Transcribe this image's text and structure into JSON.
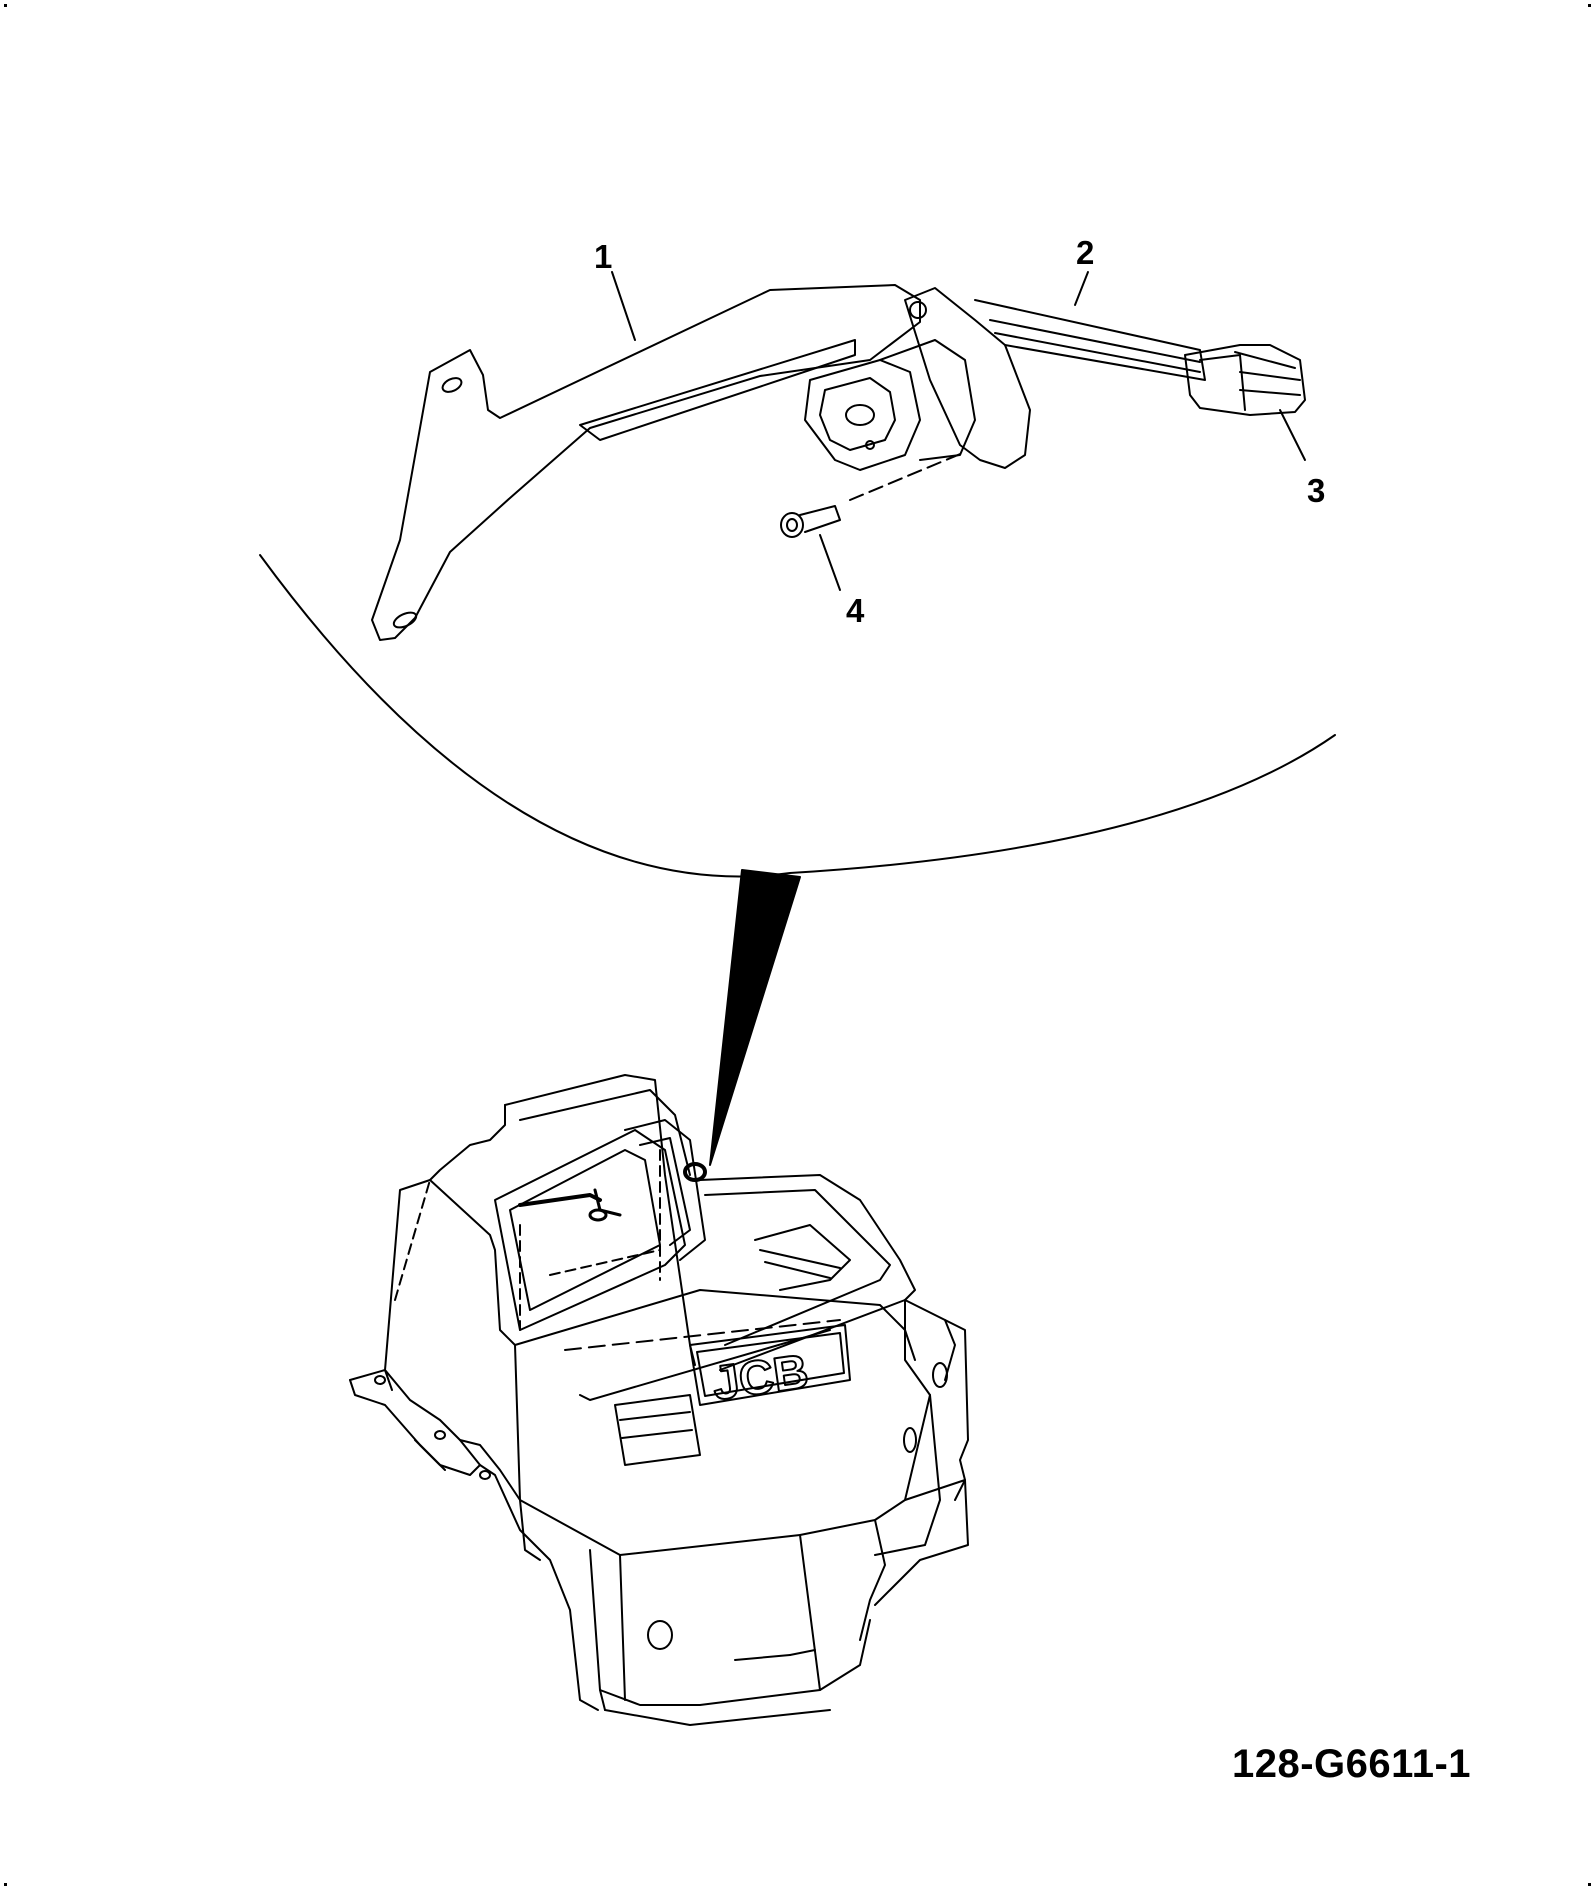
{
  "callouts": [
    {
      "id": "1",
      "label": "1"
    },
    {
      "id": "2",
      "label": "2"
    },
    {
      "id": "3",
      "label": "3"
    },
    {
      "id": "4",
      "label": "4"
    }
  ],
  "logo_text": "JCB",
  "drawing_number": "128-G6611-1"
}
